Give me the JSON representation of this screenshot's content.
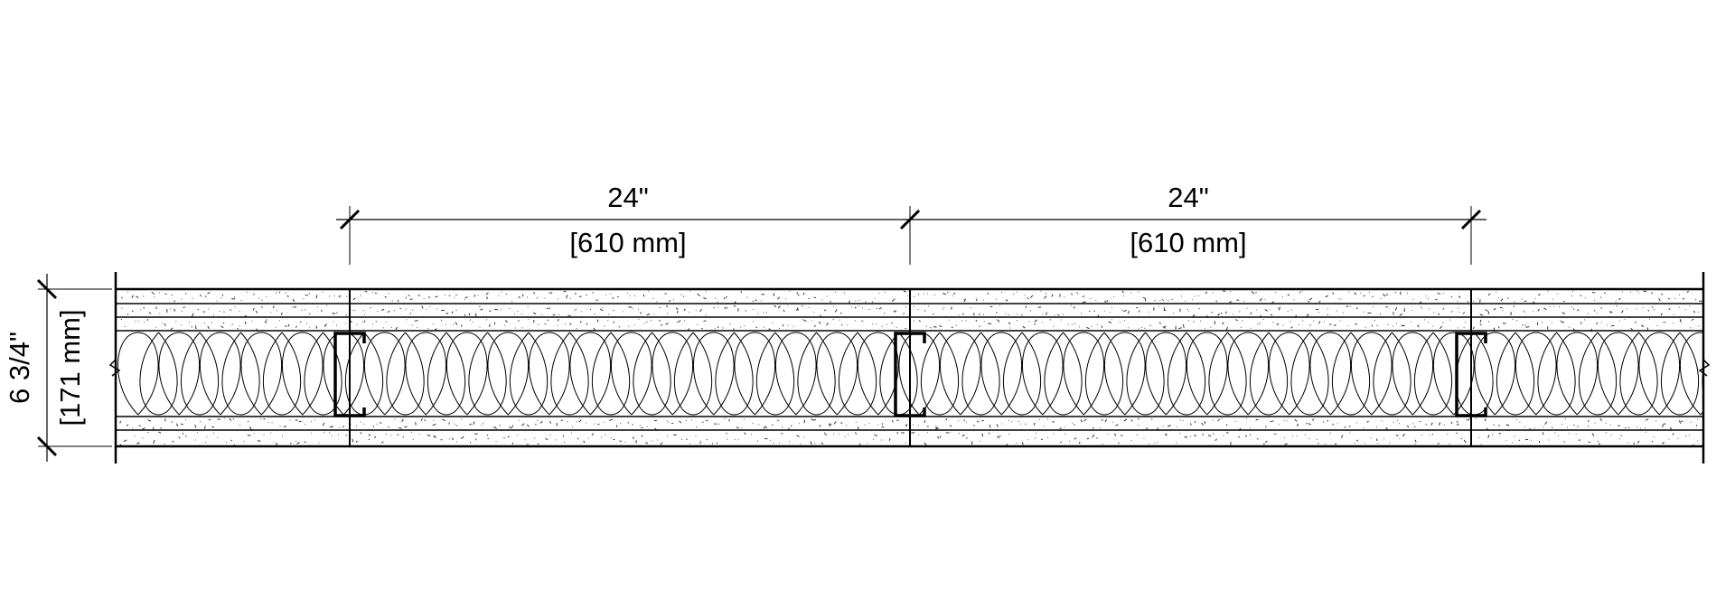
{
  "dimensions": {
    "spacing": [
      {
        "imperial": "24\"",
        "metric": "[610 mm]"
      },
      {
        "imperial": "24\"",
        "metric": "[610 mm]"
      }
    ],
    "thickness": {
      "imperial": "6 3/4\"",
      "metric": "[171 mm]"
    }
  },
  "layers": [
    "board",
    "board",
    "insulation",
    "board"
  ],
  "studs": 3
}
